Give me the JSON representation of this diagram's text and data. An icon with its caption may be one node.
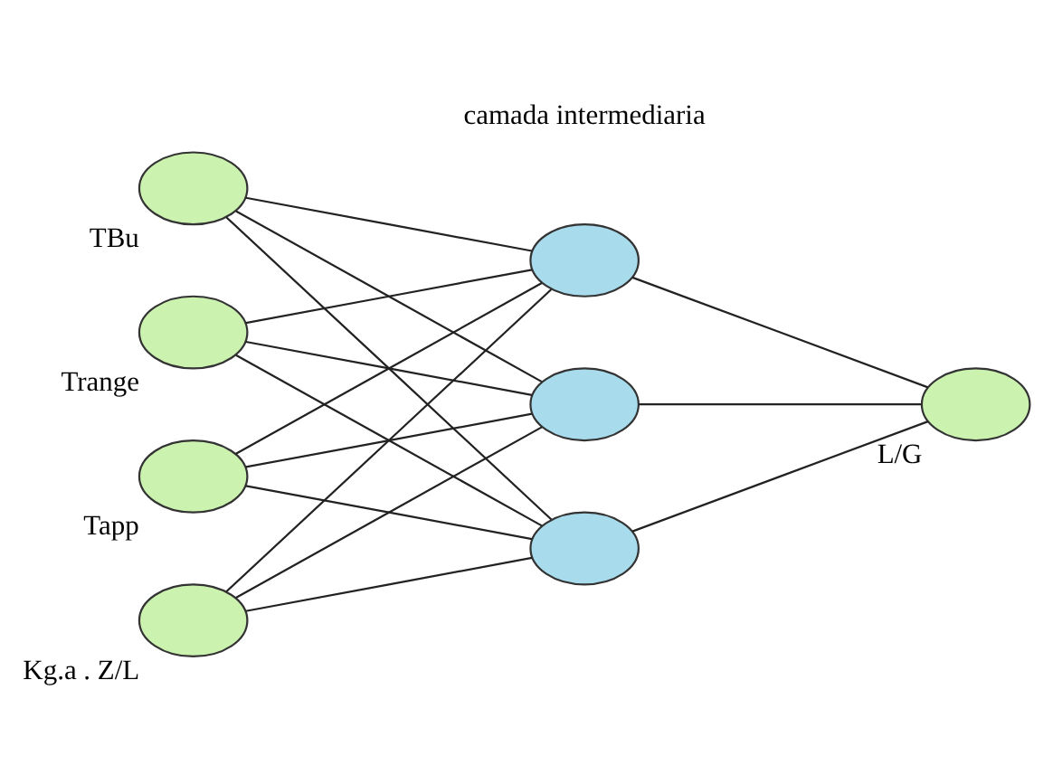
{
  "diagram": {
    "nodes": [
      {
        "text": [],
        "shape": "ellipse",
        "beside": [
          "TBu"
        ]
      },
      {
        "text": [],
        "shape": "ellipse",
        "beside": [
          "Trange"
        ]
      },
      {
        "text": [],
        "shape": "ellipse",
        "beside": [
          "Tapp"
        ]
      },
      {
        "text": [],
        "shape": "ellipse",
        "beside": [
          "Kg.a . Z/L"
        ]
      },
      {
        "text": [],
        "shape": "ellipse"
      },
      {
        "text": [],
        "shape": "ellipse"
      },
      {
        "text": [],
        "shape": "ellipse"
      },
      {
        "text": [],
        "shape": "ellipse",
        "beside": [
          "L/G"
        ]
      }
    ],
    "edges": [
      {
        "from": 0,
        "to": 4,
        "arrow": "none"
      },
      {
        "from": 0,
        "to": 5,
        "arrow": "none"
      },
      {
        "from": 0,
        "to": 6,
        "arrow": "none"
      },
      {
        "from": 1,
        "to": 4,
        "arrow": "none"
      },
      {
        "from": 1,
        "to": 5,
        "arrow": "none"
      },
      {
        "from": 1,
        "to": 6,
        "arrow": "none"
      },
      {
        "from": 2,
        "to": 4,
        "arrow": "none"
      },
      {
        "from": 2,
        "to": 5,
        "arrow": "none"
      },
      {
        "from": 2,
        "to": 6,
        "arrow": "none"
      },
      {
        "from": 3,
        "to": 4,
        "arrow": "none"
      },
      {
        "from": 3,
        "to": 5,
        "arrow": "none"
      },
      {
        "from": 3,
        "to": 6,
        "arrow": "none"
      },
      {
        "from": 4,
        "to": 7,
        "arrow": "none"
      },
      {
        "from": 5,
        "to": 7,
        "arrow": "none"
      },
      {
        "from": 6,
        "to": 7,
        "arrow": "none"
      }
    ],
    "labels": [
      "camada intermediaria"
    ]
  }
}
